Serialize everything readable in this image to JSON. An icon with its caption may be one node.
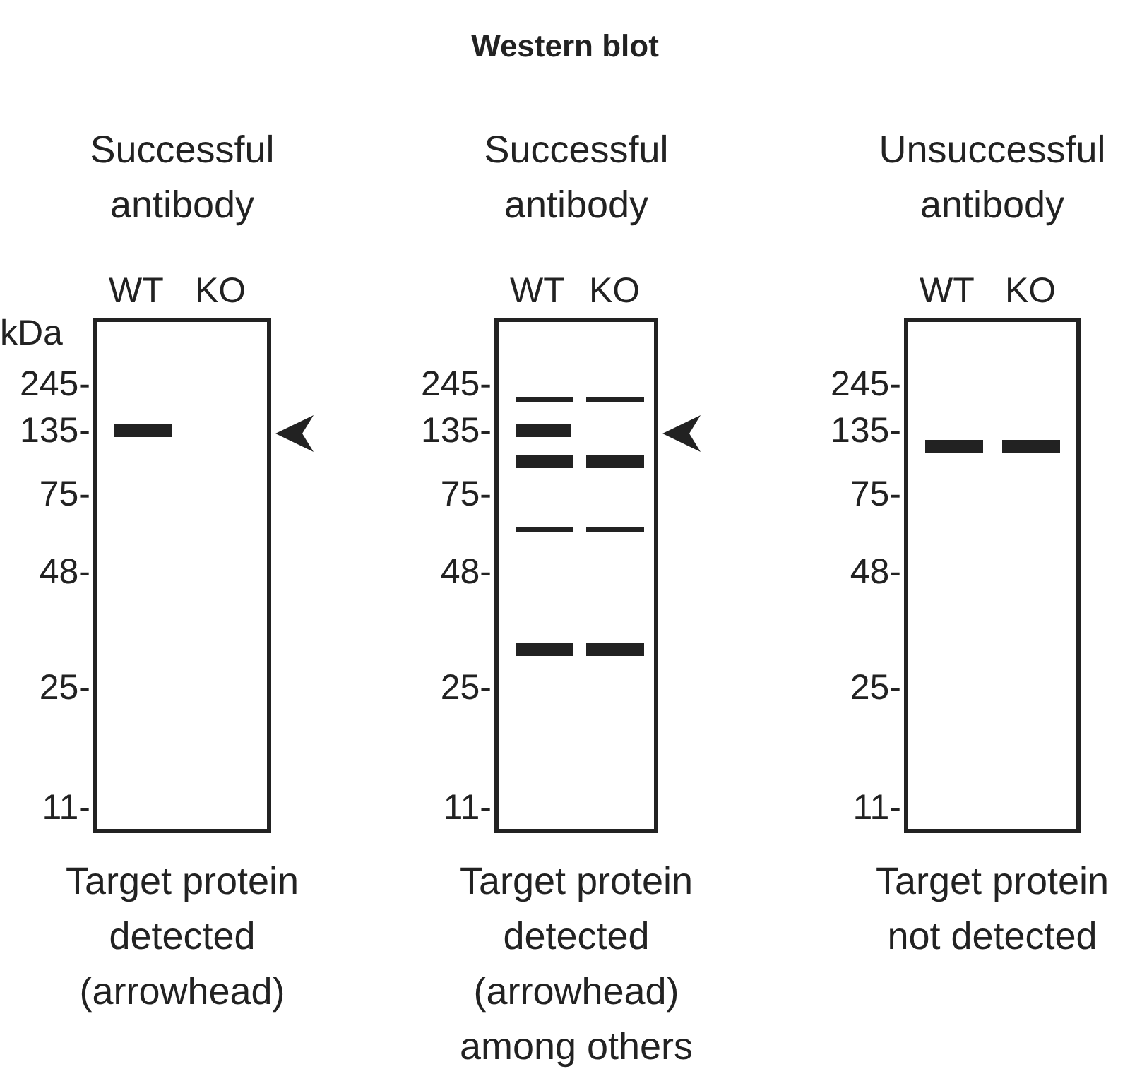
{
  "diagram": {
    "title": "Western blot",
    "nodes": [
      {
        "text": [
          "Successful antibody",
          "Target protein detected (arrowhead)"
        ]
      },
      {
        "text": [
          "Successful antibody",
          "Target protein detected (arrowhead) among others"
        ]
      },
      {
        "text": [
          "Unsuccessful antibody",
          "Target protein not detected"
        ]
      }
    ],
    "labels": [
      "WT",
      "KO",
      "kDa",
      "245-",
      "135-",
      "75-",
      "48-",
      "25-",
      "11-",
      "WT",
      "KO",
      "245-",
      "135-",
      "75-",
      "48-",
      "25-",
      "11-",
      "WT",
      "KO",
      "245-",
      "135-",
      "75-",
      "48-",
      "25-",
      "11-"
    ]
  }
}
